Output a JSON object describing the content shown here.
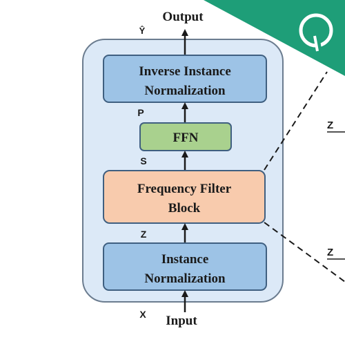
{
  "labels": {
    "output": "Output",
    "input": "Input",
    "y_hat": "Ŷ",
    "p": "P",
    "s": "S",
    "z_inner": "Z",
    "x": "X",
    "z_right_top": "Z",
    "z_right_bottom": "Z"
  },
  "blocks": {
    "inverse_norm": {
      "line1": "Inverse Instance",
      "line2": "Normalization"
    },
    "ffn": {
      "label": "FFN"
    },
    "freq_filter": {
      "line1": "Frequency Filter",
      "line2": "Block"
    },
    "instance_norm": {
      "line1": "Instance",
      "line2": "Normalization"
    }
  },
  "colors": {
    "container_fill": "#dce9f7",
    "container_stroke": "#6b7c8f",
    "blue_block": "#9dc3e6",
    "green_block": "#a9d18e",
    "orange_block": "#f8cbad",
    "block_stroke": "#3f5f80",
    "text": "#1a1a1a",
    "logo_green": "#1e9e78"
  },
  "icons": {
    "logo": "q-logo-icon"
  }
}
